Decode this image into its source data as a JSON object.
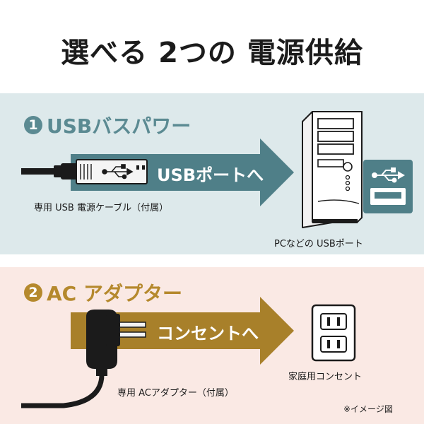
{
  "title": "選べる 2つの 電源供給",
  "section1": {
    "number": "1",
    "heading": "USBバスパワー",
    "arrow_label": "USBポートへ",
    "cable_caption": "専用 USB 電源ケーブル（付属）",
    "target_caption": "PCなどの USBポート",
    "colors": {
      "heading": "#5b8a92",
      "arrow": "#4f7f88",
      "panel": "#dde9eb"
    }
  },
  "section2": {
    "number": "2",
    "heading": "AC アダプター",
    "arrow_label": "コンセントへ",
    "adapter_caption": "専用 ACアダプター（付属）",
    "target_caption": "家庭用コンセント",
    "colors": {
      "heading": "#b5892d",
      "arrow": "#a8802a",
      "panel": "#fae9e4"
    }
  },
  "note": "※イメージ図",
  "icons": [
    "usb-plug-icon",
    "usb-symbol-icon",
    "pc-tower-icon",
    "usb-port-icon",
    "ac-adapter-icon",
    "wall-outlet-icon"
  ]
}
